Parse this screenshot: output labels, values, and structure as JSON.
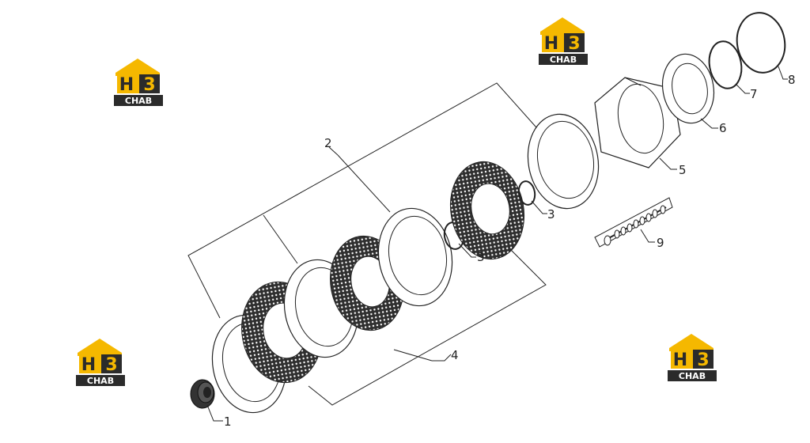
{
  "diagram": {
    "callouts": [
      "1",
      "2",
      "3",
      "3",
      "4",
      "5",
      "6",
      "7",
      "8",
      "9"
    ]
  },
  "watermarks": [
    {
      "mark": "H",
      "digit": "3",
      "name": "CHAB"
    },
    {
      "mark": "H",
      "digit": "3",
      "name": "CHAB"
    },
    {
      "mark": "H",
      "digit": "3",
      "name": "CHAB"
    },
    {
      "mark": "H",
      "digit": "3",
      "name": "CHAB"
    }
  ],
  "colors": {
    "line": "#222222",
    "logo_yellow": "#f5b800",
    "logo_dark": "#2b2b2b",
    "friction_dark": "#3a3a3a"
  }
}
